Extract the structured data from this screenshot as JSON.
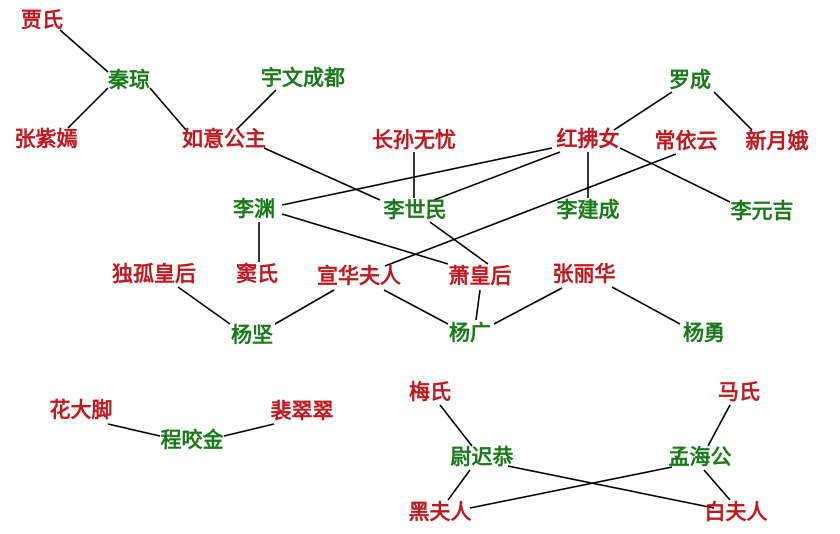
{
  "colors": {
    "female": "#c0181f",
    "male": "#1a7a1a",
    "line": "#000000"
  },
  "nodes": {
    "jiashi": {
      "label": "贾氏",
      "gender": "female"
    },
    "qinqiong": {
      "label": "秦琼",
      "gender": "male"
    },
    "yuwenchengdu": {
      "label": "宇文成都",
      "gender": "male"
    },
    "luocheng": {
      "label": "罗成",
      "gender": "male"
    },
    "zhangziyan": {
      "label": "张紫嫣",
      "gender": "female"
    },
    "ruyigongzhu": {
      "label": "如意公主",
      "gender": "female"
    },
    "zhangsunwuji": {
      "label": "长孙无忧",
      "gender": "female"
    },
    "hongfunv": {
      "label": "红拂女",
      "gender": "female"
    },
    "changyiyun": {
      "label": "常依云",
      "gender": "female"
    },
    "xinyuee": {
      "label": "新月娥",
      "gender": "female"
    },
    "liyuan": {
      "label": "李渊",
      "gender": "male"
    },
    "lishimin": {
      "label": "李世民",
      "gender": "male"
    },
    "lijiancheng": {
      "label": "李建成",
      "gender": "male"
    },
    "liyuanji": {
      "label": "李元吉",
      "gender": "male"
    },
    "dugu": {
      "label": "独孤皇后",
      "gender": "female"
    },
    "doushi": {
      "label": "窦氏",
      "gender": "female"
    },
    "xuanhua": {
      "label": "宣华夫人",
      "gender": "female"
    },
    "xiaohuanghou": {
      "label": "萧皇后",
      "gender": "female"
    },
    "zhanglihua": {
      "label": "张丽华",
      "gender": "female"
    },
    "yangjian": {
      "label": "杨坚",
      "gender": "male"
    },
    "yangguang": {
      "label": "杨广",
      "gender": "male"
    },
    "yangyong": {
      "label": "杨勇",
      "gender": "male"
    },
    "huadajiao": {
      "label": "花大脚",
      "gender": "female"
    },
    "peicuicui": {
      "label": "裴翠翠",
      "gender": "female"
    },
    "chengyaojin": {
      "label": "程咬金",
      "gender": "male"
    },
    "meishi": {
      "label": "梅氏",
      "gender": "female"
    },
    "mashi": {
      "label": "马氏",
      "gender": "female"
    },
    "yuchigong": {
      "label": "尉迟恭",
      "gender": "male"
    },
    "menghaigong": {
      "label": "孟海公",
      "gender": "male"
    },
    "heifuren": {
      "label": "黑夫人",
      "gender": "female"
    },
    "baifuren": {
      "label": "白夫人",
      "gender": "female"
    }
  },
  "edges": [
    [
      "jiashi",
      "qinqiong"
    ],
    [
      "qinqiong",
      "zhangziyan"
    ],
    [
      "qinqiong",
      "ruyigongzhu"
    ],
    [
      "yuwenchengdu",
      "ruyigongzhu"
    ],
    [
      "ruyigongzhu",
      "lishimin"
    ],
    [
      "zhangsunwuji",
      "lishimin"
    ],
    [
      "hongfunv",
      "liyuan"
    ],
    [
      "hongfunv",
      "lishimin"
    ],
    [
      "hongfunv",
      "lijiancheng"
    ],
    [
      "hongfunv",
      "liyuanji"
    ],
    [
      "luocheng",
      "hongfunv"
    ],
    [
      "luocheng",
      "xinyuee"
    ],
    [
      "changyiyun",
      "xuanhua"
    ],
    [
      "liyuan",
      "doushi"
    ],
    [
      "liyuan",
      "xiaohuanghou"
    ],
    [
      "lishimin",
      "xiaohuanghou"
    ],
    [
      "dugu",
      "yangjian"
    ],
    [
      "xuanhua",
      "yangjian"
    ],
    [
      "xuanhua",
      "yangguang"
    ],
    [
      "xiaohuanghou",
      "yangguang"
    ],
    [
      "zhanglihua",
      "yangguang"
    ],
    [
      "zhanglihua",
      "yangyong"
    ],
    [
      "huadajiao",
      "chengyaojin"
    ],
    [
      "peicuicui",
      "chengyaojin"
    ],
    [
      "meishi",
      "yuchigong"
    ],
    [
      "mashi",
      "menghaigong"
    ],
    [
      "yuchigong",
      "heifuren"
    ],
    [
      "yuchigong",
      "baifuren"
    ],
    [
      "menghaigong",
      "heifuren"
    ],
    [
      "menghaigong",
      "baifuren"
    ]
  ]
}
